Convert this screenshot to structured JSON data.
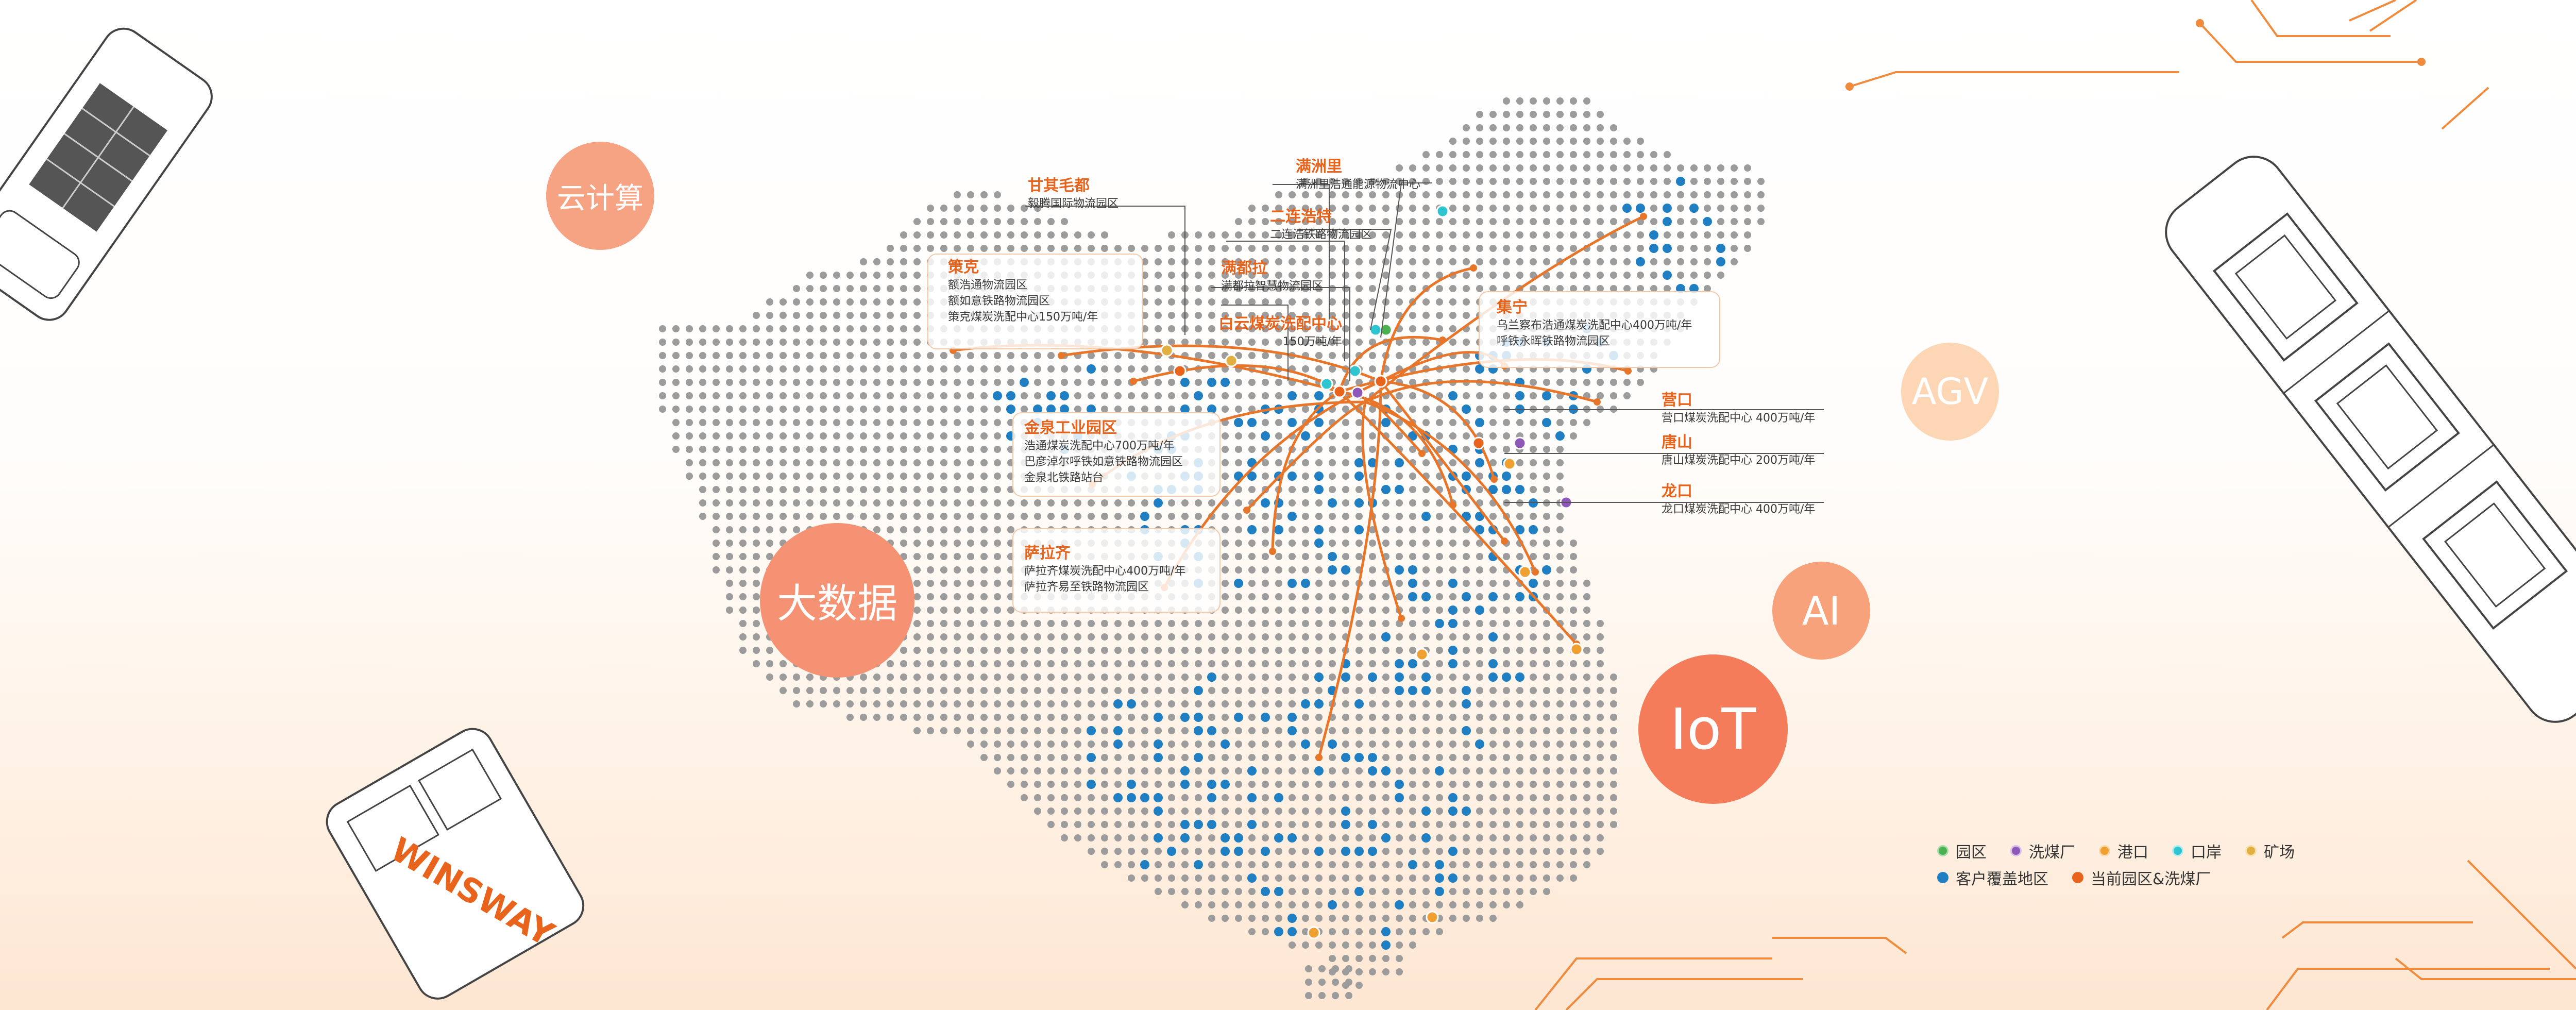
{
  "colors": {
    "accent": "#e8641c",
    "dot_gray": "#9c9c9c",
    "coverage": "#1f7fc2",
    "park": "#4caf50",
    "washery": "#8e58b8",
    "port": "#f0a030",
    "border": "#2ec4d0",
    "mine": "#e2b040",
    "current": "#e8641c"
  },
  "tech_bubbles": {
    "cloud": "云计算",
    "bigdata": "大数据",
    "agv": "AGV",
    "ai": "AI",
    "iot": "IoT"
  },
  "brand": "WINSWAY",
  "locations": {
    "ganqimaodu": {
      "title": "甘其毛都",
      "lines": [
        "毅腾国际物流园区"
      ]
    },
    "manzhouli": {
      "title": "满洲里",
      "lines": [
        "满洲里浩通能源物流中心"
      ]
    },
    "erlianhaote": {
      "title": "二连浩特",
      "lines": [
        "二连浩铁路物流园区"
      ]
    },
    "mandula": {
      "title": "满都拉",
      "lines": [
        "满都拉智慧物流园区"
      ]
    },
    "baiyun": {
      "title": "白云煤炭洗配中心",
      "lines": [
        "150万吨/年"
      ]
    },
    "ceke": {
      "title": "策克",
      "lines": [
        "额浩通物流园区",
        "额如意铁路物流园区",
        "策克煤炭洗配中心150万吨/年"
      ]
    },
    "jining": {
      "title": "集宁",
      "lines": [
        "乌兰察布浩通煤炭洗配中心400万吨/年",
        "呼铁永晖铁路物流园区"
      ]
    },
    "jinquan": {
      "title": "金泉工业园区",
      "lines": [
        "浩通煤炭洗配中心700万吨/年",
        "巴彦淖尔呼铁如意铁路物流园区",
        "金泉北铁路站台"
      ]
    },
    "yingkou": {
      "title": "营口",
      "lines": [
        "营口煤炭洗配中心 400万吨/年"
      ]
    },
    "tangshan": {
      "title": "唐山",
      "lines": [
        "唐山煤炭洗配中心 200万吨/年"
      ]
    },
    "longkou": {
      "title": "龙口",
      "lines": [
        "龙口煤炭洗配中心 400万吨/年"
      ]
    },
    "salaqi": {
      "title": "萨拉齐",
      "lines": [
        "萨拉齐煤炭洗配中心400万吨/年",
        "萨拉齐易至铁路物流园区"
      ]
    }
  },
  "legend": {
    "row1": [
      {
        "key": "park",
        "label": "园区"
      },
      {
        "key": "washery",
        "label": "洗煤厂"
      },
      {
        "key": "port",
        "label": "港口"
      },
      {
        "key": "border",
        "label": "口岸"
      },
      {
        "key": "mine",
        "label": "矿场"
      }
    ],
    "row2": [
      {
        "key": "coverage",
        "label": "客户覆盖地区"
      },
      {
        "key": "current",
        "label": "当前园区&洗煤厂"
      }
    ]
  }
}
